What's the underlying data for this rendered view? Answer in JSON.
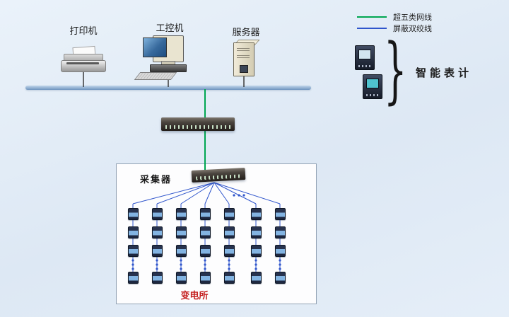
{
  "legend": {
    "items": [
      {
        "name": "cat5e-line",
        "label": "超五类网线",
        "color": "#00a651"
      },
      {
        "name": "stp-line",
        "label": "屏蔽双绞线",
        "color": "#2f55cc"
      }
    ]
  },
  "devices": {
    "printer": {
      "label": "打印机"
    },
    "ipc": {
      "label": "工控机"
    },
    "server": {
      "label": "服务器"
    }
  },
  "smart_meters": {
    "label": "智能表计"
  },
  "collector": {
    "label": "采集器"
  },
  "substation": {
    "label": "变电所",
    "label_color": "#c41f1f"
  },
  "meter_grid": {
    "columns": 7,
    "meters_per_column": 3,
    "bottom_row": true
  }
}
